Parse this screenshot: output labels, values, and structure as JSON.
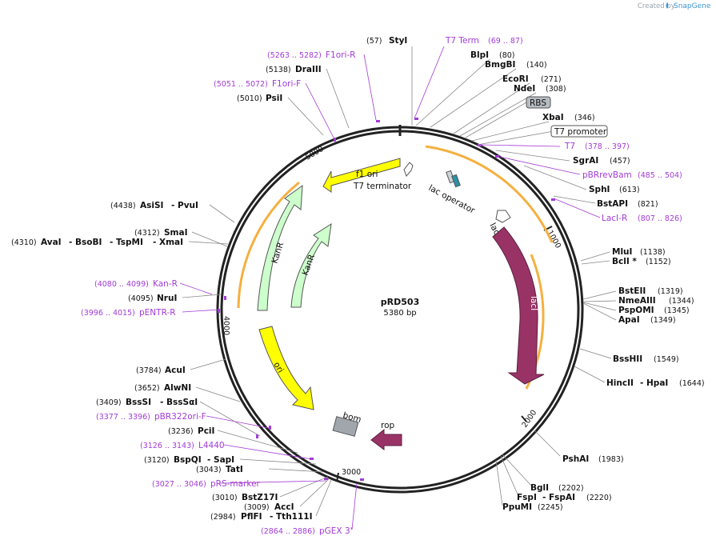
{
  "header": {
    "created_by": "Created by",
    "brand": "SnapGene"
  },
  "plasmid": {
    "name": "pRD503",
    "length": "5380 bp"
  },
  "ticks": [
    "1000",
    "2000",
    "3000",
    "4000",
    "5000"
  ],
  "features": {
    "f1_ori": "f1 ori",
    "t7_terminator": "T7 terminator",
    "lac_operator": "lac operator",
    "laci_promoter": "lacI promoter",
    "laci": "lacI",
    "kanr_1": "KanR",
    "kanr_2": "KanR",
    "ori": "ori",
    "bom": "bom",
    "rop": "rop"
  },
  "boxed_labels": {
    "rbs": "RBS",
    "t7_promoter": "T7 promoter"
  },
  "sites": {
    "styi": {
      "pos": "(57)",
      "name": "StyI"
    },
    "t7term": {
      "name": "T7 Term",
      "range": "(69 .. 87)"
    },
    "blpi": {
      "name": "BlpI",
      "pos": "(80)"
    },
    "bmgbi": {
      "name": "BmgBI",
      "pos": "(140)"
    },
    "ecori": {
      "name": "EcoRI",
      "pos": "(271)"
    },
    "ndei": {
      "name": "NdeI",
      "pos": "(308)"
    },
    "xbai": {
      "name": "XbaI",
      "pos": "(346)"
    },
    "t7": {
      "name": "T7",
      "range": "(378 .. 397)"
    },
    "sgrai": {
      "name": "SgrAI",
      "pos": "(457)"
    },
    "pbrrevbam": {
      "name": "pBRrevBam",
      "range": "(485 .. 504)"
    },
    "sphi": {
      "name": "SphI",
      "pos": "(613)"
    },
    "bstapi": {
      "name": "BstAPI",
      "pos": "(821)"
    },
    "lacir": {
      "name": "LacI-R",
      "range": "(807 .. 826)"
    },
    "mlui": {
      "name": "MluI",
      "pos": "(1138)"
    },
    "bcli": {
      "name": "BclI *",
      "pos": "(1152)"
    },
    "bsteii": {
      "name": "BstEII",
      "pos": "(1319)"
    },
    "nmeaiii": {
      "name": "NmeAIII",
      "pos": "(1344)"
    },
    "pspomi": {
      "name": "PspOMI",
      "pos": "(1345)"
    },
    "apai": {
      "name": "ApaI",
      "pos": "(1349)"
    },
    "bsshii": {
      "name": "BssHII",
      "pos": "(1549)"
    },
    "hincii": {
      "name": "HincII",
      "name2": "- HpaI",
      "pos": "(1644)"
    },
    "pshai": {
      "name": "PshAI",
      "pos": "(1983)"
    },
    "bgli": {
      "name": "BglI",
      "pos": "(2202)"
    },
    "fspi": {
      "name": "FspI",
      "name2": "- FspAI",
      "pos": "(2220)"
    },
    "ppumi": {
      "name": "PpuMI",
      "pos": "(2245)"
    },
    "pgex3": {
      "range": "(2864 .. 2886)",
      "name": "pGEX 3'"
    },
    "pfifi": {
      "pos": "(2984)",
      "name": "PflFI",
      "name2": "- Tth111I"
    },
    "acci": {
      "pos": "(3009)",
      "name": "AccI"
    },
    "bstz17i": {
      "pos": "(3010)",
      "name": "BstZ17I"
    },
    "prsmarker": {
      "range": "(3027 .. 3046)",
      "name": "pRS-marker"
    },
    "tati": {
      "pos": "(3043)",
      "name": "TatI"
    },
    "bspqi": {
      "pos": "(3120)",
      "name": "BspQI",
      "name2": "- SapI"
    },
    "l4440": {
      "range": "(3126 .. 3143)",
      "name": "L4440"
    },
    "pcii": {
      "pos": "(3236)",
      "name": "PciI"
    },
    "pbr322ori": {
      "range": "(3377 .. 3396)",
      "name": "pBR322ori-F"
    },
    "bsssi": {
      "pos": "(3409)",
      "name": "BssSI",
      "name2": "- BssSαI"
    },
    "alwni": {
      "pos": "(3652)",
      "name": "AlwNI"
    },
    "acui": {
      "pos": "(3784)",
      "name": "AcuI"
    },
    "pentrr": {
      "range": "(3996 .. 4015)",
      "name": "pENTR-R"
    },
    "nrui": {
      "pos": "(4095)",
      "name": "NruI"
    },
    "kanr_primer": {
      "range": "(4080 .. 4099)",
      "name": "Kan-R"
    },
    "avai": {
      "pos": "(4310)",
      "name": "AvaI",
      "name2": "- BsoBI",
      "name3": "- TspMI",
      "name4": "- XmaI"
    },
    "smai": {
      "pos": "(4312)",
      "name": "SmaI"
    },
    "asisi": {
      "pos": "(4438)",
      "name": "AsiSI",
      "name2": "- PvuI"
    },
    "psii": {
      "pos": "(5010)",
      "name": "PsiI"
    },
    "f1orif": {
      "range": "(5051 .. 5072)",
      "name": "F1ori-F"
    },
    "draiii": {
      "pos": "(5138)",
      "name": "DraIII"
    },
    "f1orir": {
      "range": "(5263 .. 5282)",
      "name": "F1ori-R"
    }
  },
  "colors": {
    "backbone": "#222222",
    "primer": "#a23bd6",
    "yellow_feature": "#ffff00",
    "green_feature": "#ccffcc",
    "laci_feature": "#993366",
    "orange_highlight": "#f5b041",
    "gray_feature": "#a0a6ab",
    "leader": "#888888",
    "brand": "#3d96d1"
  }
}
